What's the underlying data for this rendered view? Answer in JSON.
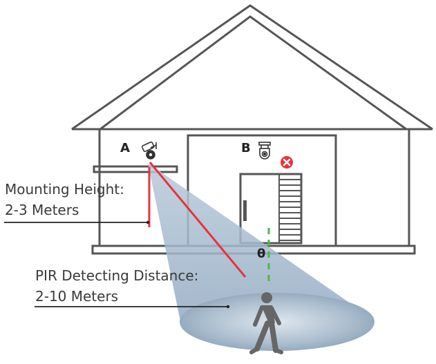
{
  "labels": {
    "camera_a": "A",
    "camera_b": "B",
    "mounting_height_title": "Mounting Height:",
    "mounting_height_value": "2-3 Meters",
    "pir_title": "PIR Detecting Distance:",
    "pir_value": "2-10 Meters",
    "angle": "θ"
  },
  "icons": {
    "camera_a": "bullet-camera-icon",
    "camera_b": "dome-camera-icon",
    "wrong": "red-x-icon",
    "person": "walking-person-icon"
  },
  "colors": {
    "house_outline": "#555555",
    "height_line": "#e8333a",
    "beam_line": "#e8333a",
    "angle_line": "#4cb848",
    "cone_fill": "#9fb6cc",
    "wrong_badge": "#e8333a",
    "person": "#666666"
  }
}
